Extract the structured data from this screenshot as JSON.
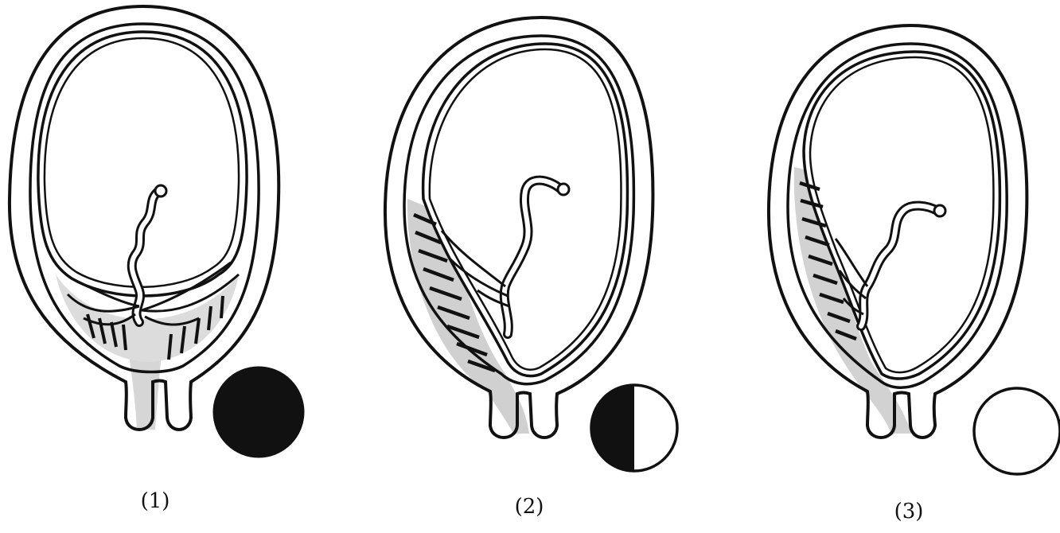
{
  "figures": [
    {
      "label": "(1)",
      "indicator": "full"
    },
    {
      "label": "(2)",
      "indicator": "half"
    },
    {
      "label": "(3)",
      "indicator": "empty"
    }
  ],
  "colors": {
    "ink": "#111111",
    "shade": "#bdbdbd",
    "paper": "#ffffff"
  }
}
